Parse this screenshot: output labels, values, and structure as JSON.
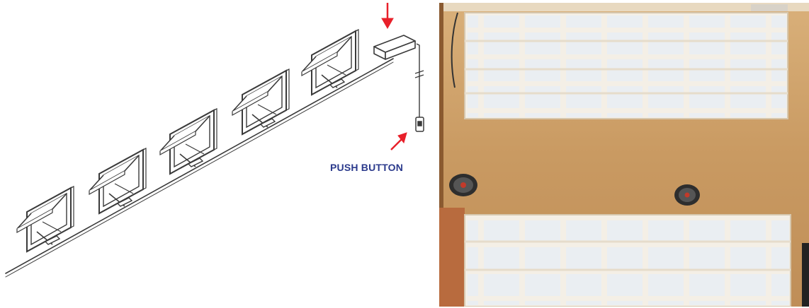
{
  "annotations": {
    "push_button_label": "PUSH BUTTON"
  },
  "colors": {
    "arrow": "#e8202a",
    "label": "#2b3a8c",
    "wall": "#c79a63",
    "glass": "#eef1f4",
    "frame": "#f4efe6"
  },
  "diagram": {
    "window_count": 5
  },
  "photo": {
    "fans": [
      "wall-fan-left",
      "wall-fan-right"
    ]
  }
}
